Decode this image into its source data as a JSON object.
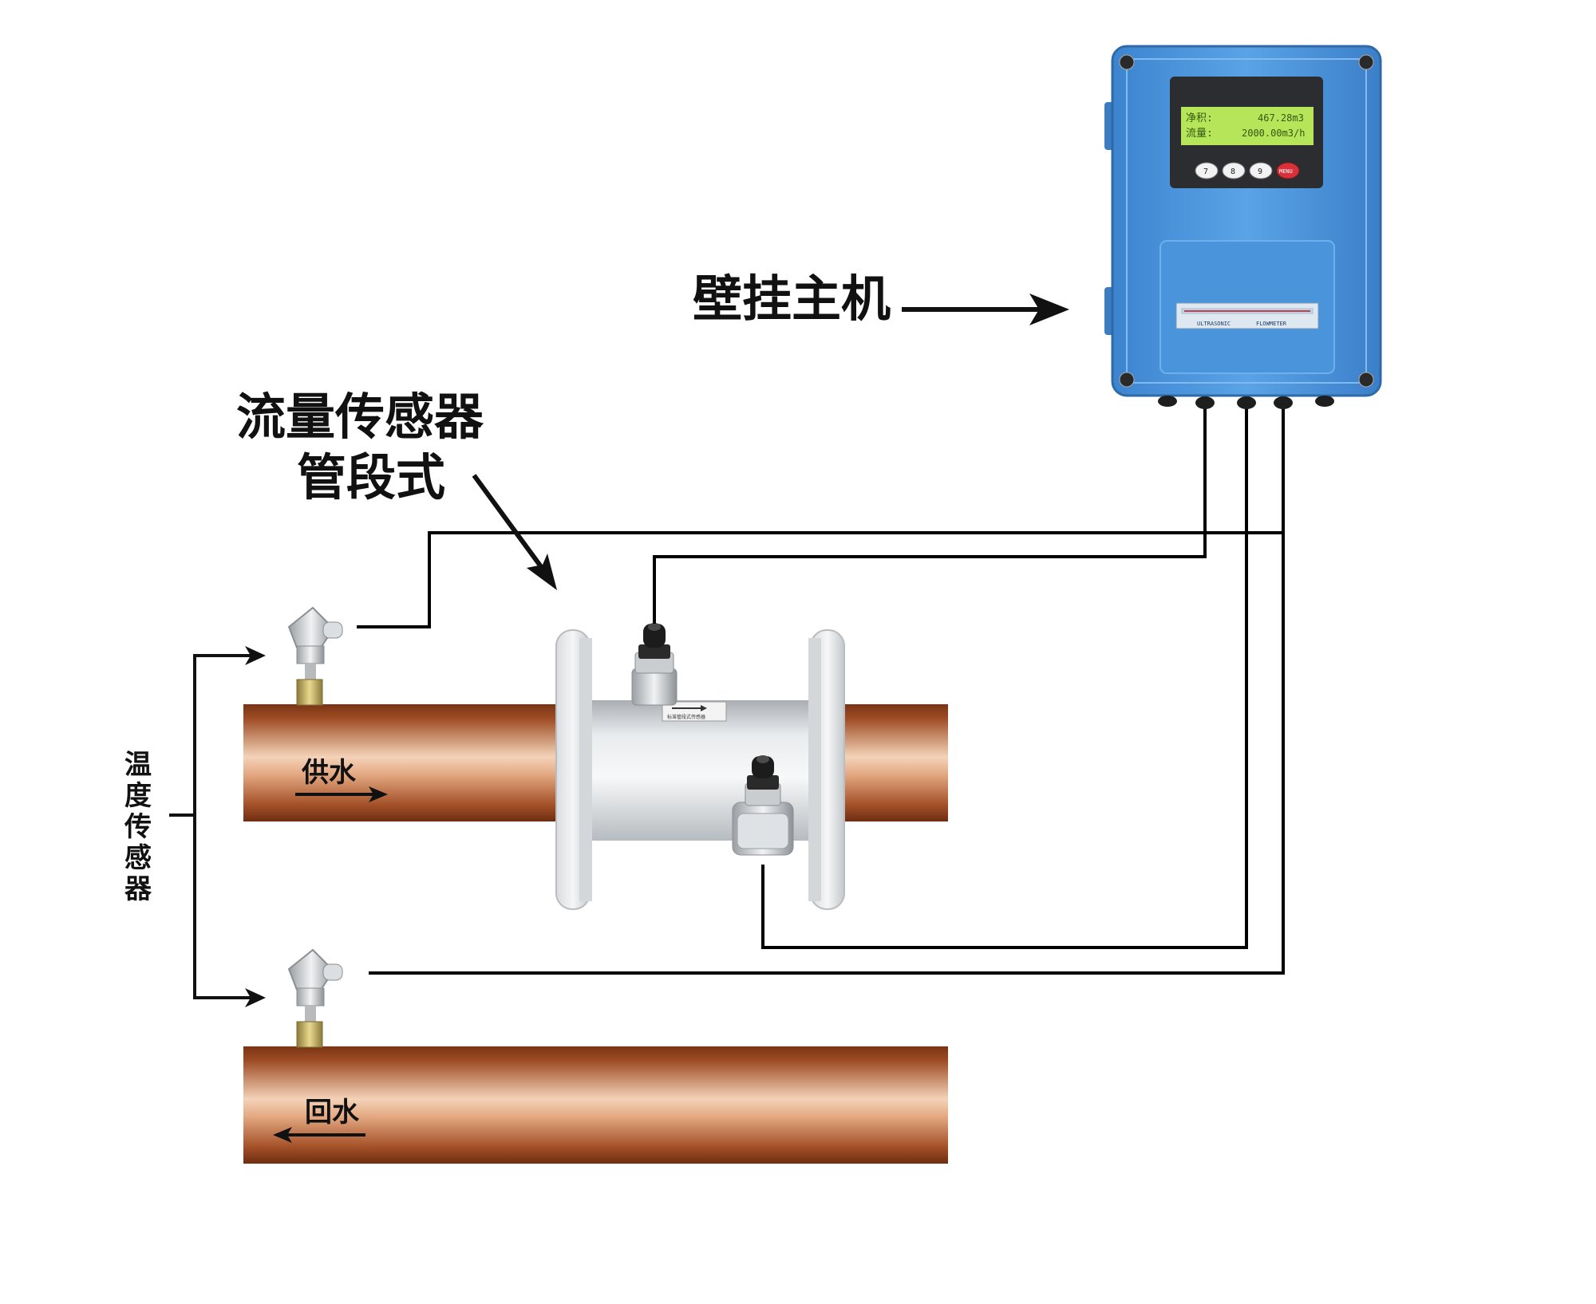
{
  "labels": {
    "host": "壁挂主机",
    "flow_sensor_line1": "流量传感器",
    "flow_sensor_line2": "管段式",
    "temp_sensor": [
      "温",
      "度",
      "传",
      "感",
      "器"
    ],
    "supply": "供水",
    "return": "回水"
  },
  "host_unit": {
    "display_line1_label": "净积:",
    "display_line1_value": "467.28m3",
    "display_line2_label": "流量:",
    "display_line2_value": "2000.00m3/h",
    "keys": [
      "7",
      "8",
      "9",
      "MENU"
    ],
    "nameplate_left": "ULTRASONIC",
    "nameplate_right": "FLOWMETER"
  },
  "flow_sensor": {
    "plate_text": "标准管段式传感器"
  },
  "icons": [
    "arrow-right-icon",
    "arrow-left-icon",
    "temperature-probe-icon",
    "cable-gland-icon"
  ],
  "colors": {
    "pipe_copper": "#b5643a",
    "host_blue": "#4f97dc",
    "lcd_green": "#b7e55a",
    "wire": "#000000"
  }
}
